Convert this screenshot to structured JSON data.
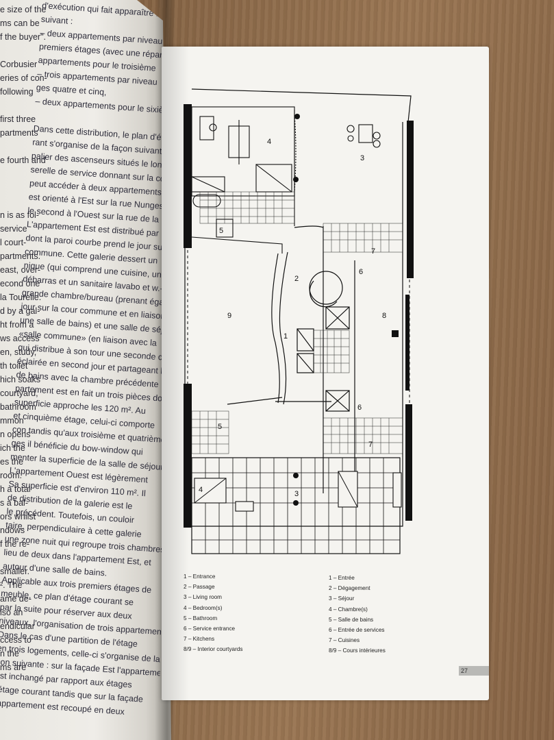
{
  "left_fragments": [
    "e size of the",
    "ms can be",
    "f the buyer\".",
    "",
    "Corbusier",
    "eries of con-",
    "following",
    "",
    "first three",
    "partments",
    "",
    "e fourth and",
    "",
    "",
    "",
    "n is as fol-",
    "service",
    "l court-",
    "partments.",
    "east, over-",
    "econd one",
    "la Tourelle.",
    "d by a gal-",
    "ht from a",
    "ws access",
    "en, study,",
    "th toilet",
    "hich soaks",
    "courtyard,",
    "bathroom",
    "mmon",
    "n opens",
    "ich the",
    "es the",
    "room.",
    "h a total",
    "s a bal-",
    "ors whilst",
    "ndows",
    "f the re-",
    "",
    "smaller.",
    "². The",
    "ame de-",
    "lso an",
    "endicular",
    "ccess to",
    "n the",
    "ms are"
  ],
  "french_lines": [
    "d'exécution qui fait apparaître la",
    "suivant :",
    "– deux appartements par niveau",
    "premiers étages (avec une répartition",
    "appartements pour le troisième",
    "– trois appartements par niveau",
    "ges quatre et cinq,",
    "– deux appartements pour le sixième",
    "",
    "Dans cette distribution, le plan d'étage",
    "rant s'organise de la façon suivante",
    "palier des ascenseurs situés le long",
    "serelle de service donnant sur la cour",
    "peut accéder à deux appartements",
    "est orienté à l'Est sur la rue Nungesser",
    "le second à l'Ouest sur la rue de la",
    "L'appartement Est est distribué par",
    "dont la paroi courbe prend le jour sur",
    "commune. Cette galerie dessert un",
    "nique (qui comprend une cuisine, un",
    "débarras et un sanitaire lavabo et w.-c.)",
    "grande chambre/bureau (prenant également",
    "jour sur la cour commune et en liaison avec",
    "une salle de bains) et une salle de séjour",
    "«salle commune» (en liaison avec la",
    "qui distribue à son tour une seconde chambre",
    "éclairée en second jour et partageant la",
    "de bains avec la chambre précédente",
    "partement est en fait un trois pièces dont la",
    "superficie approche les 120 m². Au",
    "et cinquième étage, celui-ci comporte",
    "con tandis qu'aux troisième et quatrième",
    "ges il bénéficie du bow-window qui",
    "menter la superficie de la salle de séjour.",
    "L'appartement Ouest est légèrement",
    "Sa superficie est d'environ 110 m². Il",
    "de distribution de la galerie est le",
    "le précédent. Toutefois, un couloir",
    "taire, perpendiculaire à cette galerie",
    "une zone nuit qui regroupe trois chambres",
    "lieu de deux dans l'appartement Est, et",
    "autour d'une salle de bains.",
    "Applicable aux trois premiers étages de",
    "meuble, ce plan d'étage courant se",
    "par la suite pour réserver aux deux",
    "niveaux, l'organisation de trois appartements",
    "Dans le cas d'une partition de l'étage",
    "en trois logements, celle-ci s'organise de la",
    "çon suivante : sur la façade Est l'appartement",
    "est inchangé par rapport aux étages",
    "l'étage courant tandis que sur la façade",
    "l'appartement est recoupé en deux"
  ],
  "plan": {
    "room_labels": [
      {
        "text": "4"
      },
      {
        "text": "3"
      },
      {
        "text": "5"
      },
      {
        "text": "7"
      },
      {
        "text": "6"
      },
      {
        "text": "2"
      },
      {
        "text": "9"
      },
      {
        "text": "8"
      },
      {
        "text": "1"
      },
      {
        "text": "6"
      },
      {
        "text": "5"
      },
      {
        "text": "7"
      },
      {
        "text": "4"
      },
      {
        "text": "3"
      }
    ]
  },
  "legend_en": [
    "1 – Entrance",
    "2 – Passage",
    "3 – Living room",
    "4 – Bedroom(s)",
    "5 – Bathroom",
    "6 – Service entrance",
    "7 – Kitchens",
    "8/9 – Interior courtyards"
  ],
  "legend_fr": [
    "1 – Entrée",
    "2 – Dégagement",
    "3 – Séjour",
    "4 – Chambre(s)",
    "5 – Salle de bains",
    "6 – Entrée de services",
    "7 – Cuisines",
    "8/9 – Cours intérieures"
  ],
  "page_number": "27"
}
